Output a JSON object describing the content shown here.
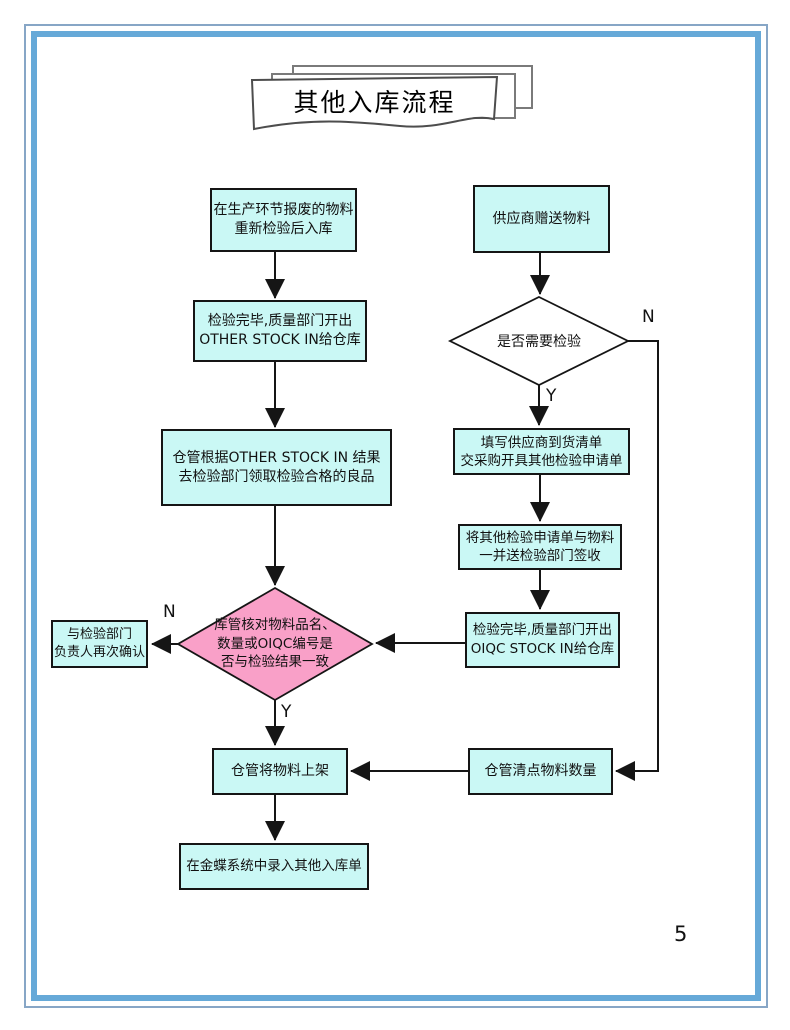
{
  "title": "其他入库流程",
  "page_number": "5",
  "branch_labels": {
    "yes": "Y",
    "no": "N"
  },
  "colors": {
    "process_fill": "#CAF8F5",
    "decision_highlight_fill": "#F9A0C8",
    "decision_fill": "#FFFFFF",
    "frame_blue": "#66A9D8",
    "line_black": "#151515"
  },
  "nodes": {
    "scrap_rework": "在生产环节报废的物料\n重新检验后入库",
    "other_stock_in": "检验完毕,质量部门开出\nOTHER STOCK IN给仓库",
    "collect_goods": "仓管根据OTHER STOCK IN 结果\n去检验部门领取检验合格的良品",
    "verify_match": "库管核对物料品名、\n数量或OIQC编号是\n否与检验结果一致",
    "reconfirm": "与检验部门\n负责人再次确认",
    "shelve": "仓管将物料上架",
    "kingdee": "在金蝶系统中录入其他入库单",
    "supplier_gift": "供应商赠送物料",
    "need_inspection": "是否需要检验",
    "delivery_list": "填写供应商到货清单\n交采购开具其他检验申请单",
    "send_inspection": "将其他检验申请单与物料\n一并送检验部门签收",
    "oiqc_stock_in": "检验完毕,质量部门开出\nOIQC STOCK IN给仓库",
    "count_quantity": "仓管清点物料数量"
  }
}
